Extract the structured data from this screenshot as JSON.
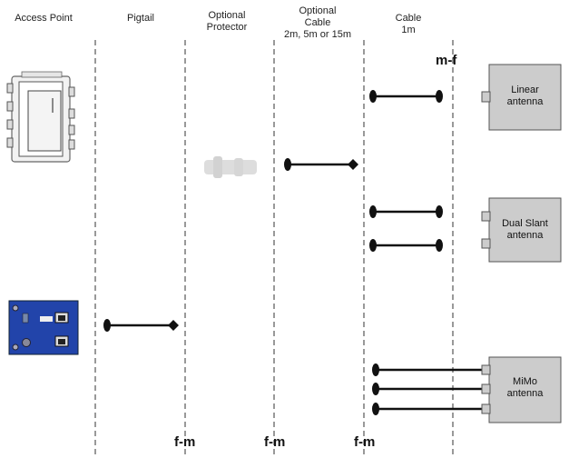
{
  "columns": {
    "access_point": "Access Point",
    "pigtail": "Pigtail",
    "optional_protector": [
      "Optional",
      "Protector"
    ],
    "optional_cable": [
      "Optional",
      "Cable",
      "2m, 5m or 15m"
    ],
    "cable": [
      "Cable",
      "1m"
    ]
  },
  "connector_labels": {
    "top": "m-f",
    "bottom_1": "f-m",
    "bottom_2": "f-m",
    "bottom_3": "f-m"
  },
  "antennas": {
    "linear": [
      "Linear",
      "antenna"
    ],
    "dual_slant": [
      "Dual Slant",
      "antenna"
    ],
    "mimo": [
      "MiMo",
      "antenna"
    ]
  },
  "colors": {
    "board_blue": "#2244aa",
    "antenna_gray": "#cccccc",
    "line": "#111111",
    "divider": "#333333"
  }
}
